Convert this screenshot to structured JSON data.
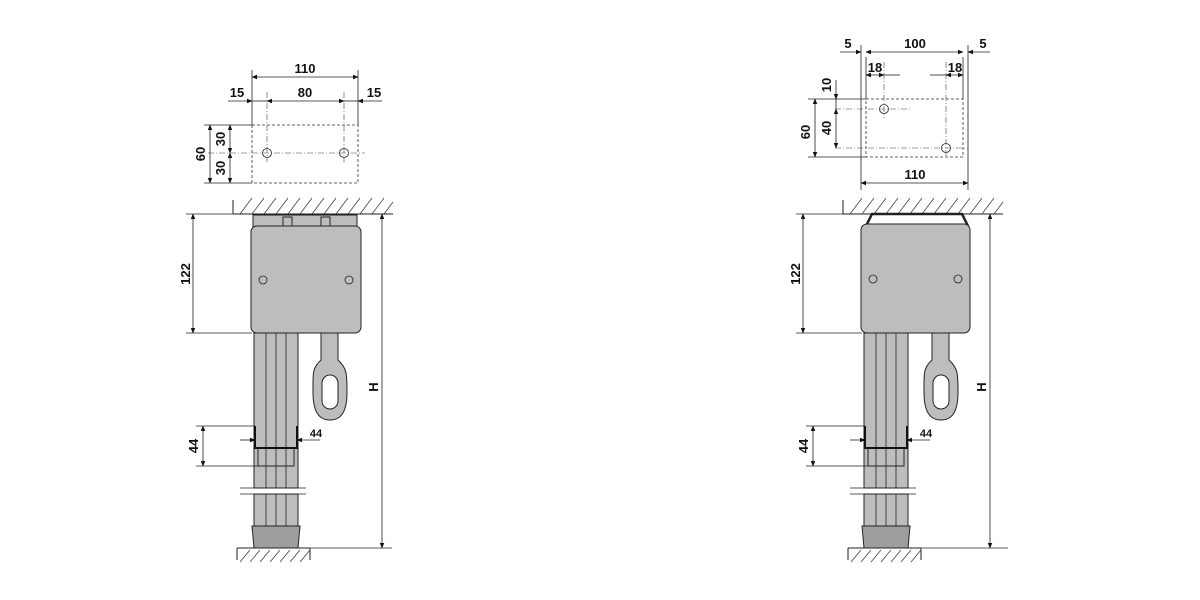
{
  "left_drawing": {
    "top_width": "110",
    "left_offset": "15",
    "hole_spacing": "80",
    "right_offset": "15",
    "depth": "60",
    "upper_half": "30",
    "lower_half": "30",
    "box_height": "122",
    "clamp_height": "44",
    "clamp_width": "44",
    "total_height": "H"
  },
  "right_drawing": {
    "left_margin": "5",
    "top_width": "100",
    "right_margin": "5",
    "left_hole_offset": "18",
    "right_hole_offset": "18",
    "top_offset": "10",
    "hole_vertical": "40",
    "depth": "60",
    "bottom_width": "110",
    "box_height": "122",
    "clamp_height": "44",
    "clamp_width": "44",
    "total_height": "H"
  }
}
